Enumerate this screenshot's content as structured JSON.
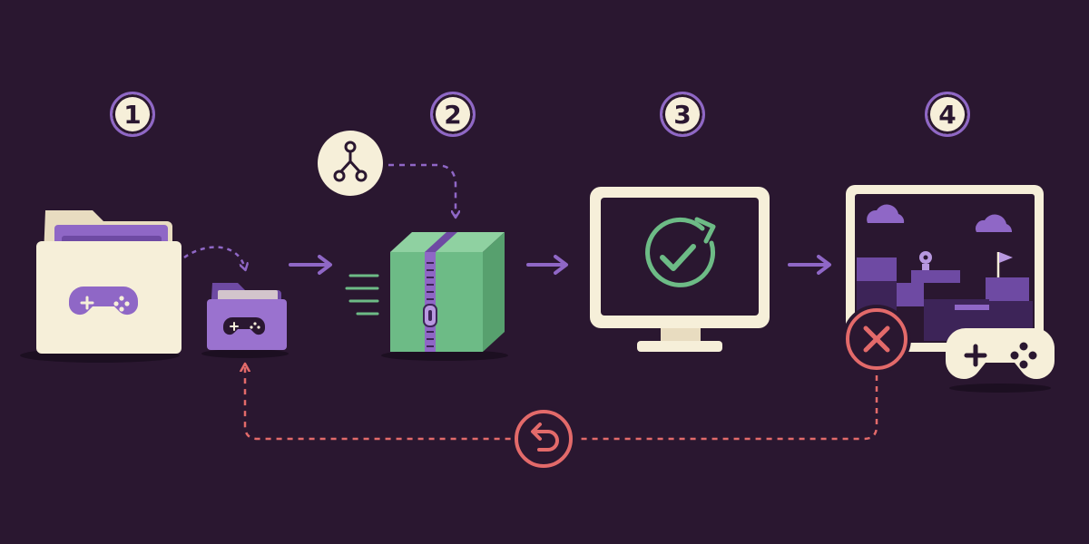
{
  "steps": [
    {
      "number": "1"
    },
    {
      "number": "2"
    },
    {
      "number": "3"
    },
    {
      "number": "4"
    }
  ],
  "colors": {
    "background": "#2a1730",
    "cream": "#f6efd9",
    "purple": "#8f67c6",
    "purple_dark": "#6e4aa3",
    "green": "#6dbb86",
    "red": "#e36a6a"
  },
  "icons": {
    "step1": [
      "game-folder-icon",
      "small-game-folder-icon"
    ],
    "step2": [
      "branch-merge-icon",
      "zip-archive-box-icon"
    ],
    "step3": [
      "monitor-icon",
      "refresh-check-icon"
    ],
    "step4": [
      "game-screen-icon",
      "gamepad-icon",
      "error-x-icon"
    ],
    "loop": [
      "undo-icon"
    ]
  }
}
